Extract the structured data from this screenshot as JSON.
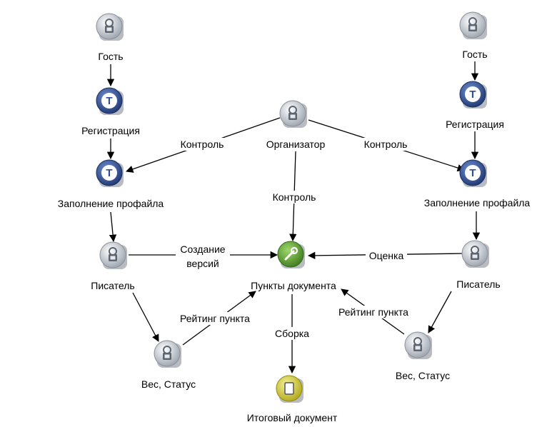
{
  "nodes": {
    "guest_left": {
      "label": "Гость",
      "icon": "user-icon"
    },
    "reg_left": {
      "label": "Регистрация",
      "icon": "task-t-icon"
    },
    "profile_left": {
      "label": "Заполнение профайла",
      "icon": "task-t-icon"
    },
    "writer_left": {
      "label": "Писатель",
      "icon": "user-icon"
    },
    "weight_left": {
      "label": "Вес, Статус",
      "icon": "user-icon"
    },
    "organizer": {
      "label": "Организатор",
      "icon": "user-icon"
    },
    "doc_items": {
      "label": "Пункты документа",
      "icon": "wrench-icon"
    },
    "final_doc": {
      "label": "Итоговый документ",
      "icon": "document-icon"
    },
    "guest_right": {
      "label": "Гость",
      "icon": "user-icon"
    },
    "reg_right": {
      "label": "Регистрация",
      "icon": "task-t-icon"
    },
    "profile_right": {
      "label": "Заполнение профайла",
      "icon": "task-t-icon"
    },
    "writer_right": {
      "label": "Писатель",
      "icon": "user-icon"
    },
    "weight_right": {
      "label": "Вес, Статус",
      "icon": "user-icon"
    }
  },
  "edges": {
    "control_left": "Контроль",
    "control_right": "Контроль",
    "control_center": "Контроль",
    "create_versions_1": "Создание",
    "create_versions_2": "версий",
    "evaluation": "Оценка",
    "rating_left": "Рейтинг пункта",
    "rating_right": "Рейтинг пункта",
    "assembly": "Сборка"
  },
  "colors": {
    "user_fill": "#d9dde4",
    "task_fill": "#34589f",
    "wrench_fill": "#5e9e38",
    "document_fill": "#dcd23a",
    "shadow": "#b8bcc2"
  }
}
